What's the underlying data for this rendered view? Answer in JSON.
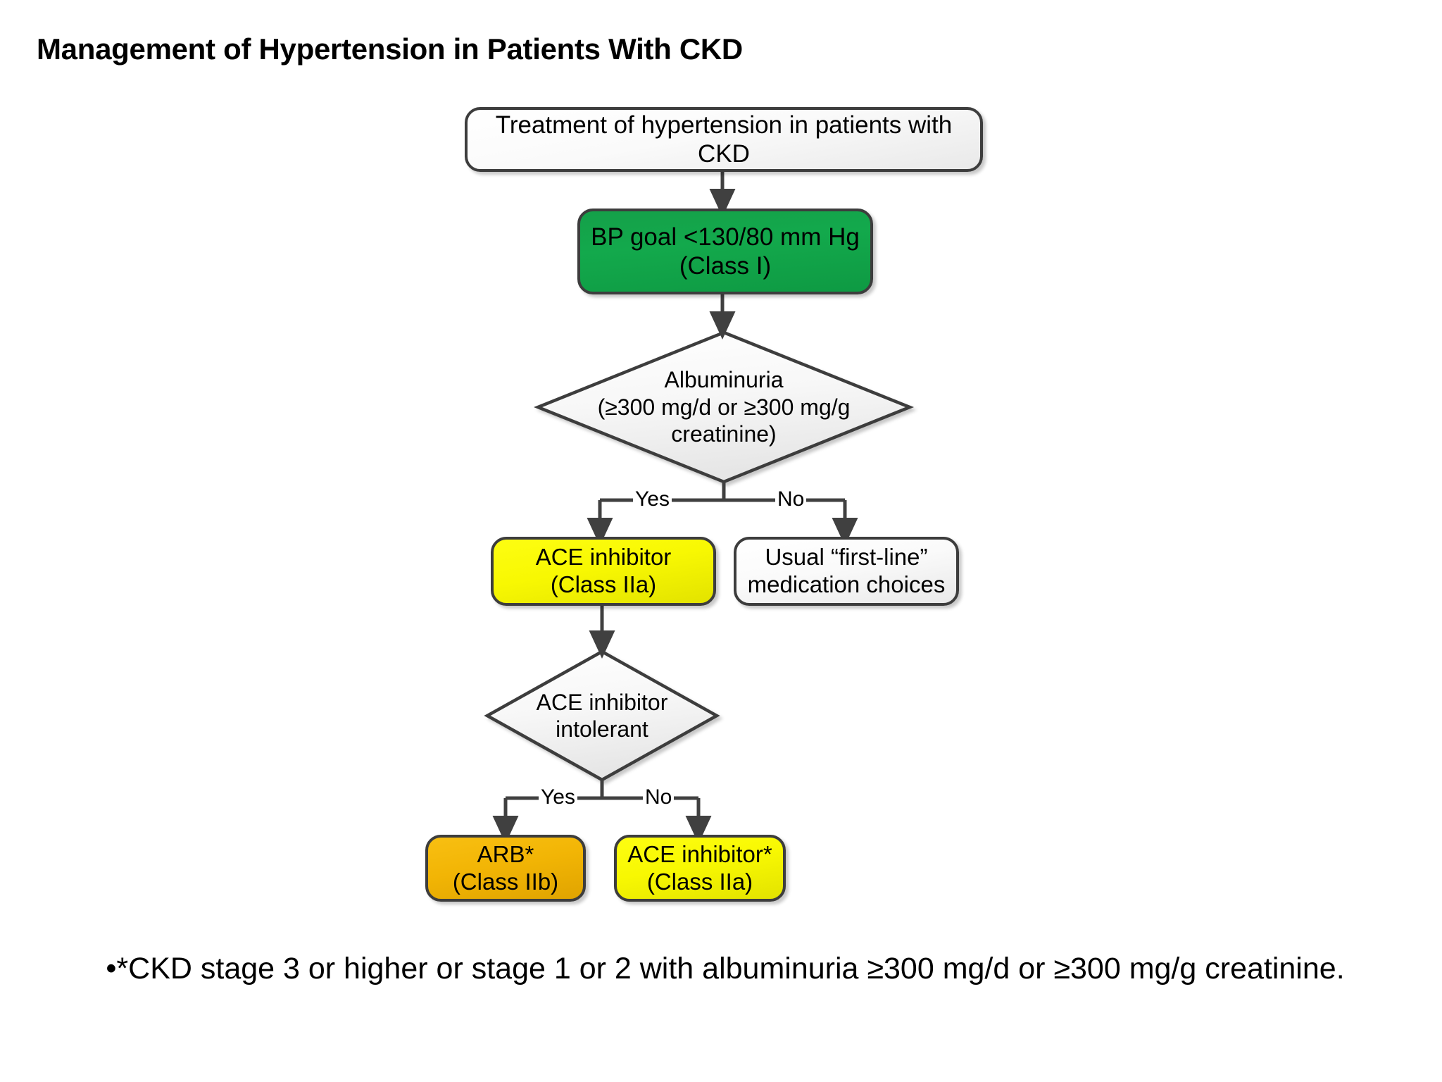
{
  "page": {
    "title": "Management of Hypertension in Patients With CKD",
    "background_color": "#ffffff"
  },
  "colors": {
    "outline": "#3d3d3d",
    "green": "#13a94c",
    "yellow": "#f8f802",
    "orange": "#f2b505",
    "plain": "#f5f5f5",
    "connector": "#404040",
    "text": "#000000"
  },
  "flowchart": {
    "nodes": [
      {
        "id": "start",
        "shape": "rounded-rectangle",
        "fill": "plain",
        "text": "Treatment of hypertension in patients with CKD"
      },
      {
        "id": "bp-goal",
        "shape": "rounded-rectangle",
        "fill": "green",
        "line1": "BP goal <130/80 mm Hg",
        "line2": "(Class I)"
      },
      {
        "id": "albuminuria",
        "shape": "diamond",
        "fill": "plain",
        "line1": "Albuminuria",
        "line2": "(≥300 mg/d or ≥300 mg/g",
        "line3": "creatinine)"
      },
      {
        "id": "ace-inhibitor",
        "shape": "rounded-rectangle",
        "fill": "yellow",
        "line1": "ACE inhibitor",
        "line2": "(Class IIa)"
      },
      {
        "id": "first-line",
        "shape": "rounded-rectangle",
        "fill": "plain",
        "line1": "Usual “first-line”",
        "line2": "medication choices"
      },
      {
        "id": "ace-intolerant",
        "shape": "diamond",
        "fill": "plain",
        "line1": "ACE inhibitor",
        "line2": "intolerant"
      },
      {
        "id": "arb",
        "shape": "rounded-rectangle",
        "fill": "orange",
        "line1": "ARB*",
        "line2": "(Class IIb)"
      },
      {
        "id": "ace-inhibitor-star",
        "shape": "rounded-rectangle",
        "fill": "yellow",
        "line1": "ACE inhibitor*",
        "line2": "(Class IIa)"
      }
    ],
    "edge_labels": {
      "albuminuria_yes": "Yes",
      "albuminuria_no": "No",
      "intolerant_yes": "Yes",
      "intolerant_no": "No"
    }
  },
  "footnote": {
    "bullet": "•",
    "text": "*CKD stage 3 or higher or stage 1 or 2 with albuminuria ≥300 mg/d or ≥300 mg/g creatinine."
  }
}
